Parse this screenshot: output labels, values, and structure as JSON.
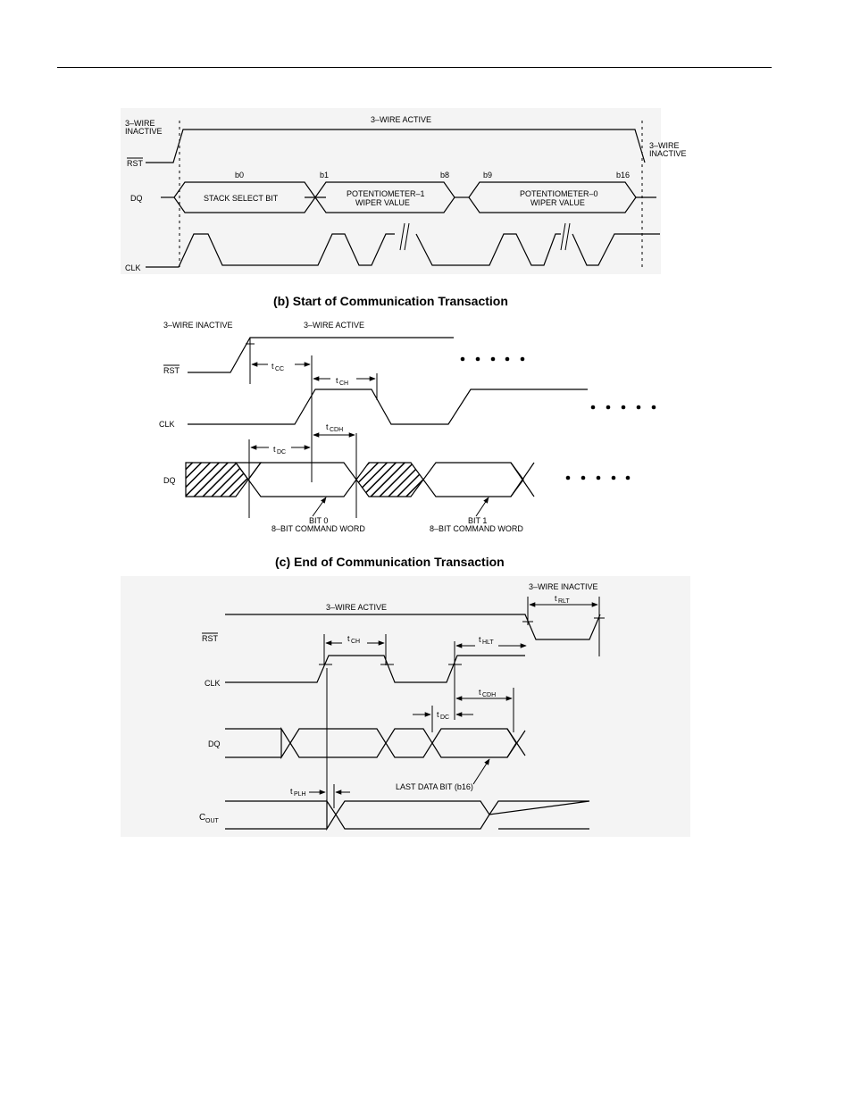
{
  "panel_a": {
    "wire_inactive_left_1": "3–WIRE",
    "wire_inactive_left_2": "INACTIVE",
    "wire_active": "3–WIRE ACTIVE",
    "wire_inactive_right_1": "3–WIRE",
    "wire_inactive_right_2": "INACTIVE",
    "rst": "RST",
    "dq": "DQ",
    "clk": "CLK",
    "bit_b0": "b0",
    "bit_b1": "b1",
    "bit_b8": "b8",
    "bit_b9": "b9",
    "bit_b16": "b16",
    "field_stack": "STACK SELECT BIT",
    "field_pot1_1": "POTENTIOMETER–1",
    "field_pot1_2": "WIPER VALUE",
    "field_pot0_1": "POTENTIOMETER–0",
    "field_pot0_2": "WIPER VALUE"
  },
  "panel_b": {
    "title": "(b)  Start of Communication Transaction",
    "wire_inactive": "3–WIRE INACTIVE",
    "wire_active": "3–WIRE ACTIVE",
    "rst": "RST",
    "clk": "CLK",
    "dq": "DQ",
    "t_cc": "t",
    "t_cc_sub": "CC",
    "t_ch": "t",
    "t_ch_sub": "CH",
    "t_cdh": "t",
    "t_cdh_sub": "CDH",
    "t_dc": "t",
    "t_dc_sub": "DC",
    "bit0_1": "BIT 0",
    "bit0_2": "8–BIT COMMAND WORD",
    "bit1_1": "BIT 1",
    "bit1_2": "8–BIT COMMAND WORD"
  },
  "panel_c": {
    "title": "(c)  End of Communication Transaction",
    "wire_inactive": "3–WIRE INACTIVE",
    "wire_active": "3–WIRE ACTIVE",
    "rst": "RST",
    "clk": "CLK",
    "dq": "DQ",
    "cout": "C",
    "cout_sub": "OUT",
    "t_rlt": "t",
    "t_rlt_sub": "RLT",
    "t_ch": "t",
    "t_ch_sub": "CH",
    "t_hlt": "t",
    "t_hlt_sub": "HLT",
    "t_cdh": "t",
    "t_cdh_sub": "CDH",
    "t_dc": "t",
    "t_dc_sub": "DC",
    "t_plh": "t",
    "t_plh_sub": "PLH",
    "last_bit": "LAST DATA BIT (b16)"
  }
}
